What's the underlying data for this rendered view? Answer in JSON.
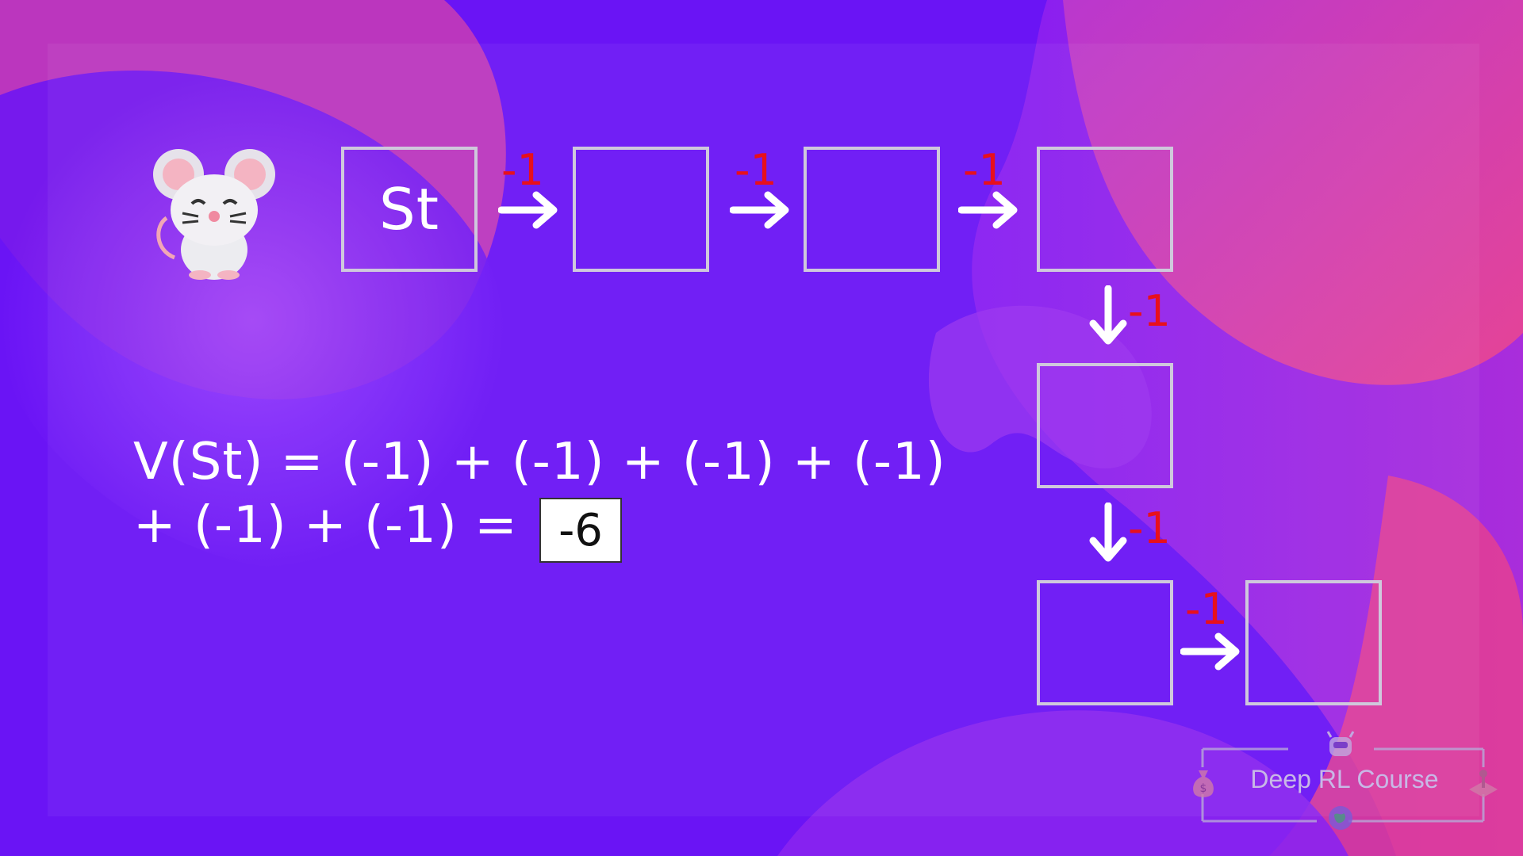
{
  "diagram": {
    "start_state_label": "St",
    "rewards": [
      "-1",
      "-1",
      "-1",
      "-1",
      "-1",
      "-1"
    ],
    "equation": {
      "line1": "V(St) = (-1) + (-1) + (-1) + (-1)",
      "line2": "+ (-1) + (-1) =",
      "result": "-6"
    }
  },
  "badge": {
    "text": "Deep RL Course"
  },
  "icons": {
    "agent": "mouse-icon",
    "badge": [
      "robot-icon",
      "money-bag-icon",
      "joystick-icon",
      "globe-icon"
    ]
  },
  "colors": {
    "background": "#6a14f5",
    "reward": "#e8101c",
    "cell_border": "#cfc8dc",
    "accent_pink": "#e040a0"
  }
}
